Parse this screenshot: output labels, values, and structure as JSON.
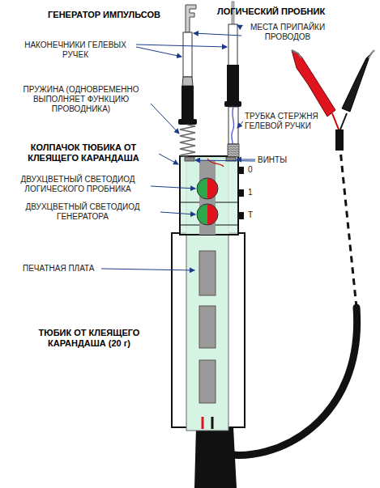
{
  "diagram": {
    "labels": [
      "ГЕНЕРАТОР ИМПУЛЬСОВ",
      "ЛОГИЧЕСКИЙ ПРОБНИК",
      "НАКОНЕЧНИКИ ГЕЛЕВЫХ РУЧЕК",
      "МЕСТА ПРИПАЙКИ ПРОВОДОВ",
      "ПРУЖИНА (ОДНОВРЕМЕННО ВЫПОЛНЯЕТ ФУНКЦИЮ ПРОВОДНИКА)",
      "ТРУБКА СТЕРЖНЯ ГЕЛЕВОЙ РУЧКИ",
      "КОЛПАЧОК ТЮБИКА ОТ КЛЕЯЩЕГО КАРАНДАША",
      "ВИНТЫ",
      "ДВУХЦВЕТНЫЙ СВЕТОДИОД ЛОГИЧЕСКОГО ПРОБНИКА",
      "ДВУХЦВЕТНЫЙ СВЕТОДИОД ГЕНЕРАТОРА",
      "ПЕЧАТНАЯ ПЛАТА",
      "ТЮБИК ОТ КЛЕЯЩЕГО КАРАНДАША (20 г)",
      "0",
      "1",
      "Т"
    ]
  }
}
